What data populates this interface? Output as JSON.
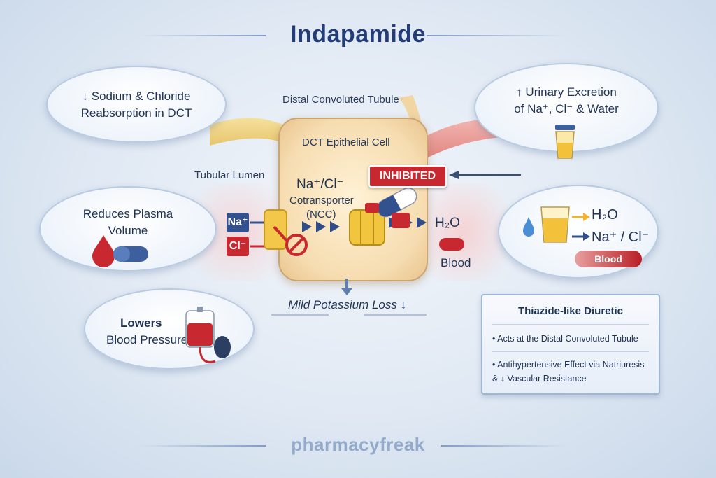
{
  "title": "Indapamide",
  "bubbles": {
    "top_left": {
      "arrow": "↓",
      "line1": "Sodium & Chloride",
      "line2": "Reabsorption in DCT"
    },
    "top_right": {
      "arrow": "↑",
      "line1": "Urinary Excretion",
      "line2": "of Na⁺, Cl⁻ & Water"
    },
    "mid_left": {
      "line1": "Reduces Plasma",
      "line2": "Volume"
    },
    "mid_right": {
      "h2o": "H₂O",
      "ions": "Na⁺ / Cl⁻",
      "blood": "Blood"
    },
    "bottom_left": {
      "line1": "Lowers",
      "line2": "Blood Pressure"
    }
  },
  "labels": {
    "distal_tubule": "Distal Convoluted Tubule",
    "dct_cell": "DCT Epithelial Cell",
    "tubular_lumen": "Tubular Lumen",
    "cotransporter_ions": "Na⁺/Cl⁻",
    "cotransporter": "Cotransporter",
    "ncc": "(NCC)",
    "inhibited": "INHIBITED",
    "na_ion": "Na⁺",
    "cl_ion": "Cl⁻",
    "h2o": "H₂O",
    "blood": "Blood",
    "potassium": "Mild Potassium Loss",
    "potassium_arrow": "↓"
  },
  "info_box": {
    "title": "Thiazide-like Diuretic",
    "items": [
      "Acts at the Distal Convoluted Tubule",
      "Antihypertensive Effect via Natriuresis & ↓ Vascular Resistance"
    ]
  },
  "brand": "pharmacyfreak",
  "colors": {
    "title": "#223d78",
    "inhibited": "#c8282f",
    "na_ion": "#34518f",
    "cl_ion": "#c8282f",
    "brand": "#93aacb"
  }
}
